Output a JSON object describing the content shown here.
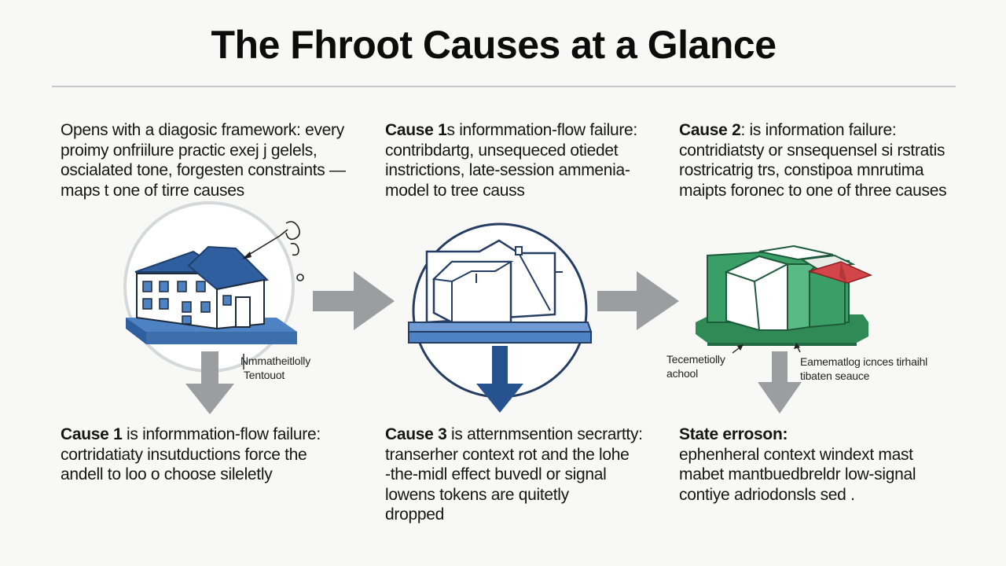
{
  "title": "The Fhroot Causes at a Glance",
  "top_blocks": [
    {
      "lead": "",
      "lines": [
        "Opens with a diagosic framework: every",
        "proimy onfriilure practic exej j gelels,",
        "oscialated tone,  forgesten constraints —",
        "maps t one of tirre causes"
      ]
    },
    {
      "lead": "Cause 1",
      "lines": [
        "s informmation-flow failure:",
        "contribdartg, unsequeced otiedet",
        "instrictions, late-session ammenia-",
        "model to tree causs"
      ]
    },
    {
      "lead": "Cause 2",
      "lines": [
        ": is information failure:",
        "contridiatsty or snsequensel si rstratis",
        "rostricatrig trs, constipoa mnrutima",
        "maipts foronec to one of three causes"
      ]
    }
  ],
  "bottom_blocks": [
    {
      "lead": "Cause 1",
      "lines": [
        " is informmation-flow failure:",
        "cortridatiaty insutductions force the",
        "andell to loo o choose sileletly"
      ]
    },
    {
      "lead": "Cause 3",
      "lines": [
        " is atternmsention secrartty:",
        "transerher context rot and the lohe",
        "-the-midl effect buvedl or signal",
        "lowens tokens are quitetly",
        "dropped"
      ]
    },
    {
      "lead": "State erroson:",
      "lines": [
        "",
        "ephenheral context windext mast",
        "mabet mantbuedbreldr low-signal",
        "contiye adriodonsls sed ."
      ]
    }
  ],
  "labels": {
    "label_1": [
      "Nmmatheitlolly",
      "Tentouot"
    ],
    "label_3a": [
      "Tecemetiolly",
      "achool"
    ],
    "label_3b": [
      "Eamematlog icnces tirhaihl",
      "tibaten seauce"
    ]
  },
  "colors": {
    "house_blue": "#2f5f9e",
    "base_blue": "#4d83c4",
    "arrow_gray": "#9a9ea1",
    "arrow_blue": "#26538f",
    "building_green": "#3a9e67",
    "roof_red": "#d24548"
  },
  "icons": [
    "house-illustration",
    "box-building-illustration",
    "green-block-illustration",
    "right-arrow-icon",
    "down-arrow-icon"
  ]
}
